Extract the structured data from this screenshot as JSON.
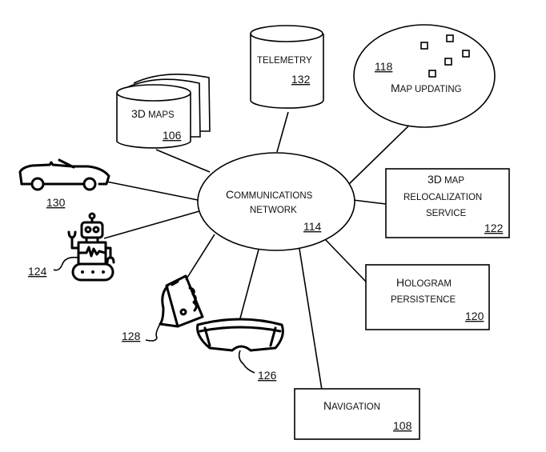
{
  "diagram": {
    "hub": {
      "name": "Communications network",
      "line1_cap": "C",
      "line1_rest": "OMMUNICATIONS",
      "line2": "NETWORK",
      "ref": "114"
    },
    "nodes": {
      "maps3d": {
        "name": "3D maps",
        "text_cap": "3D",
        "text_rest": " MAPS",
        "ref": "106"
      },
      "telemetry": {
        "name": "Telemetry",
        "text": "TELEMETRY",
        "ref": "132"
      },
      "map_updating": {
        "name": "Map updating",
        "text_cap": "M",
        "text_rest": "AP UPDATING",
        "ref": "118"
      },
      "relocalization": {
        "name": "3D map relocalization service",
        "line1_cap": "3D",
        "line1_rest": " MAP",
        "line2": "RELOCALIZATION",
        "line3": "SERVICE",
        "ref": "122"
      },
      "hologram": {
        "name": "Hologram persistence",
        "line1_cap": "H",
        "line1_rest": "OLOGRAM",
        "line2": "PERSISTENCE",
        "ref": "120"
      },
      "navigation": {
        "name": "Navigation",
        "text_cap": "N",
        "text_rest": "AVIGATION",
        "ref": "108"
      },
      "car": {
        "name": "Vehicle",
        "ref": "130"
      },
      "robot": {
        "name": "Robot",
        "ref": "124"
      },
      "phone": {
        "name": "Smartphone",
        "ref": "128"
      },
      "hmd": {
        "name": "Head-mounted display",
        "ref": "126"
      }
    },
    "icons": [
      "database-stack-icon",
      "database-icon",
      "car-icon",
      "robot-icon",
      "smartphone-in-hand-icon",
      "hmd-goggles-icon",
      "point-cloud-icon"
    ]
  }
}
